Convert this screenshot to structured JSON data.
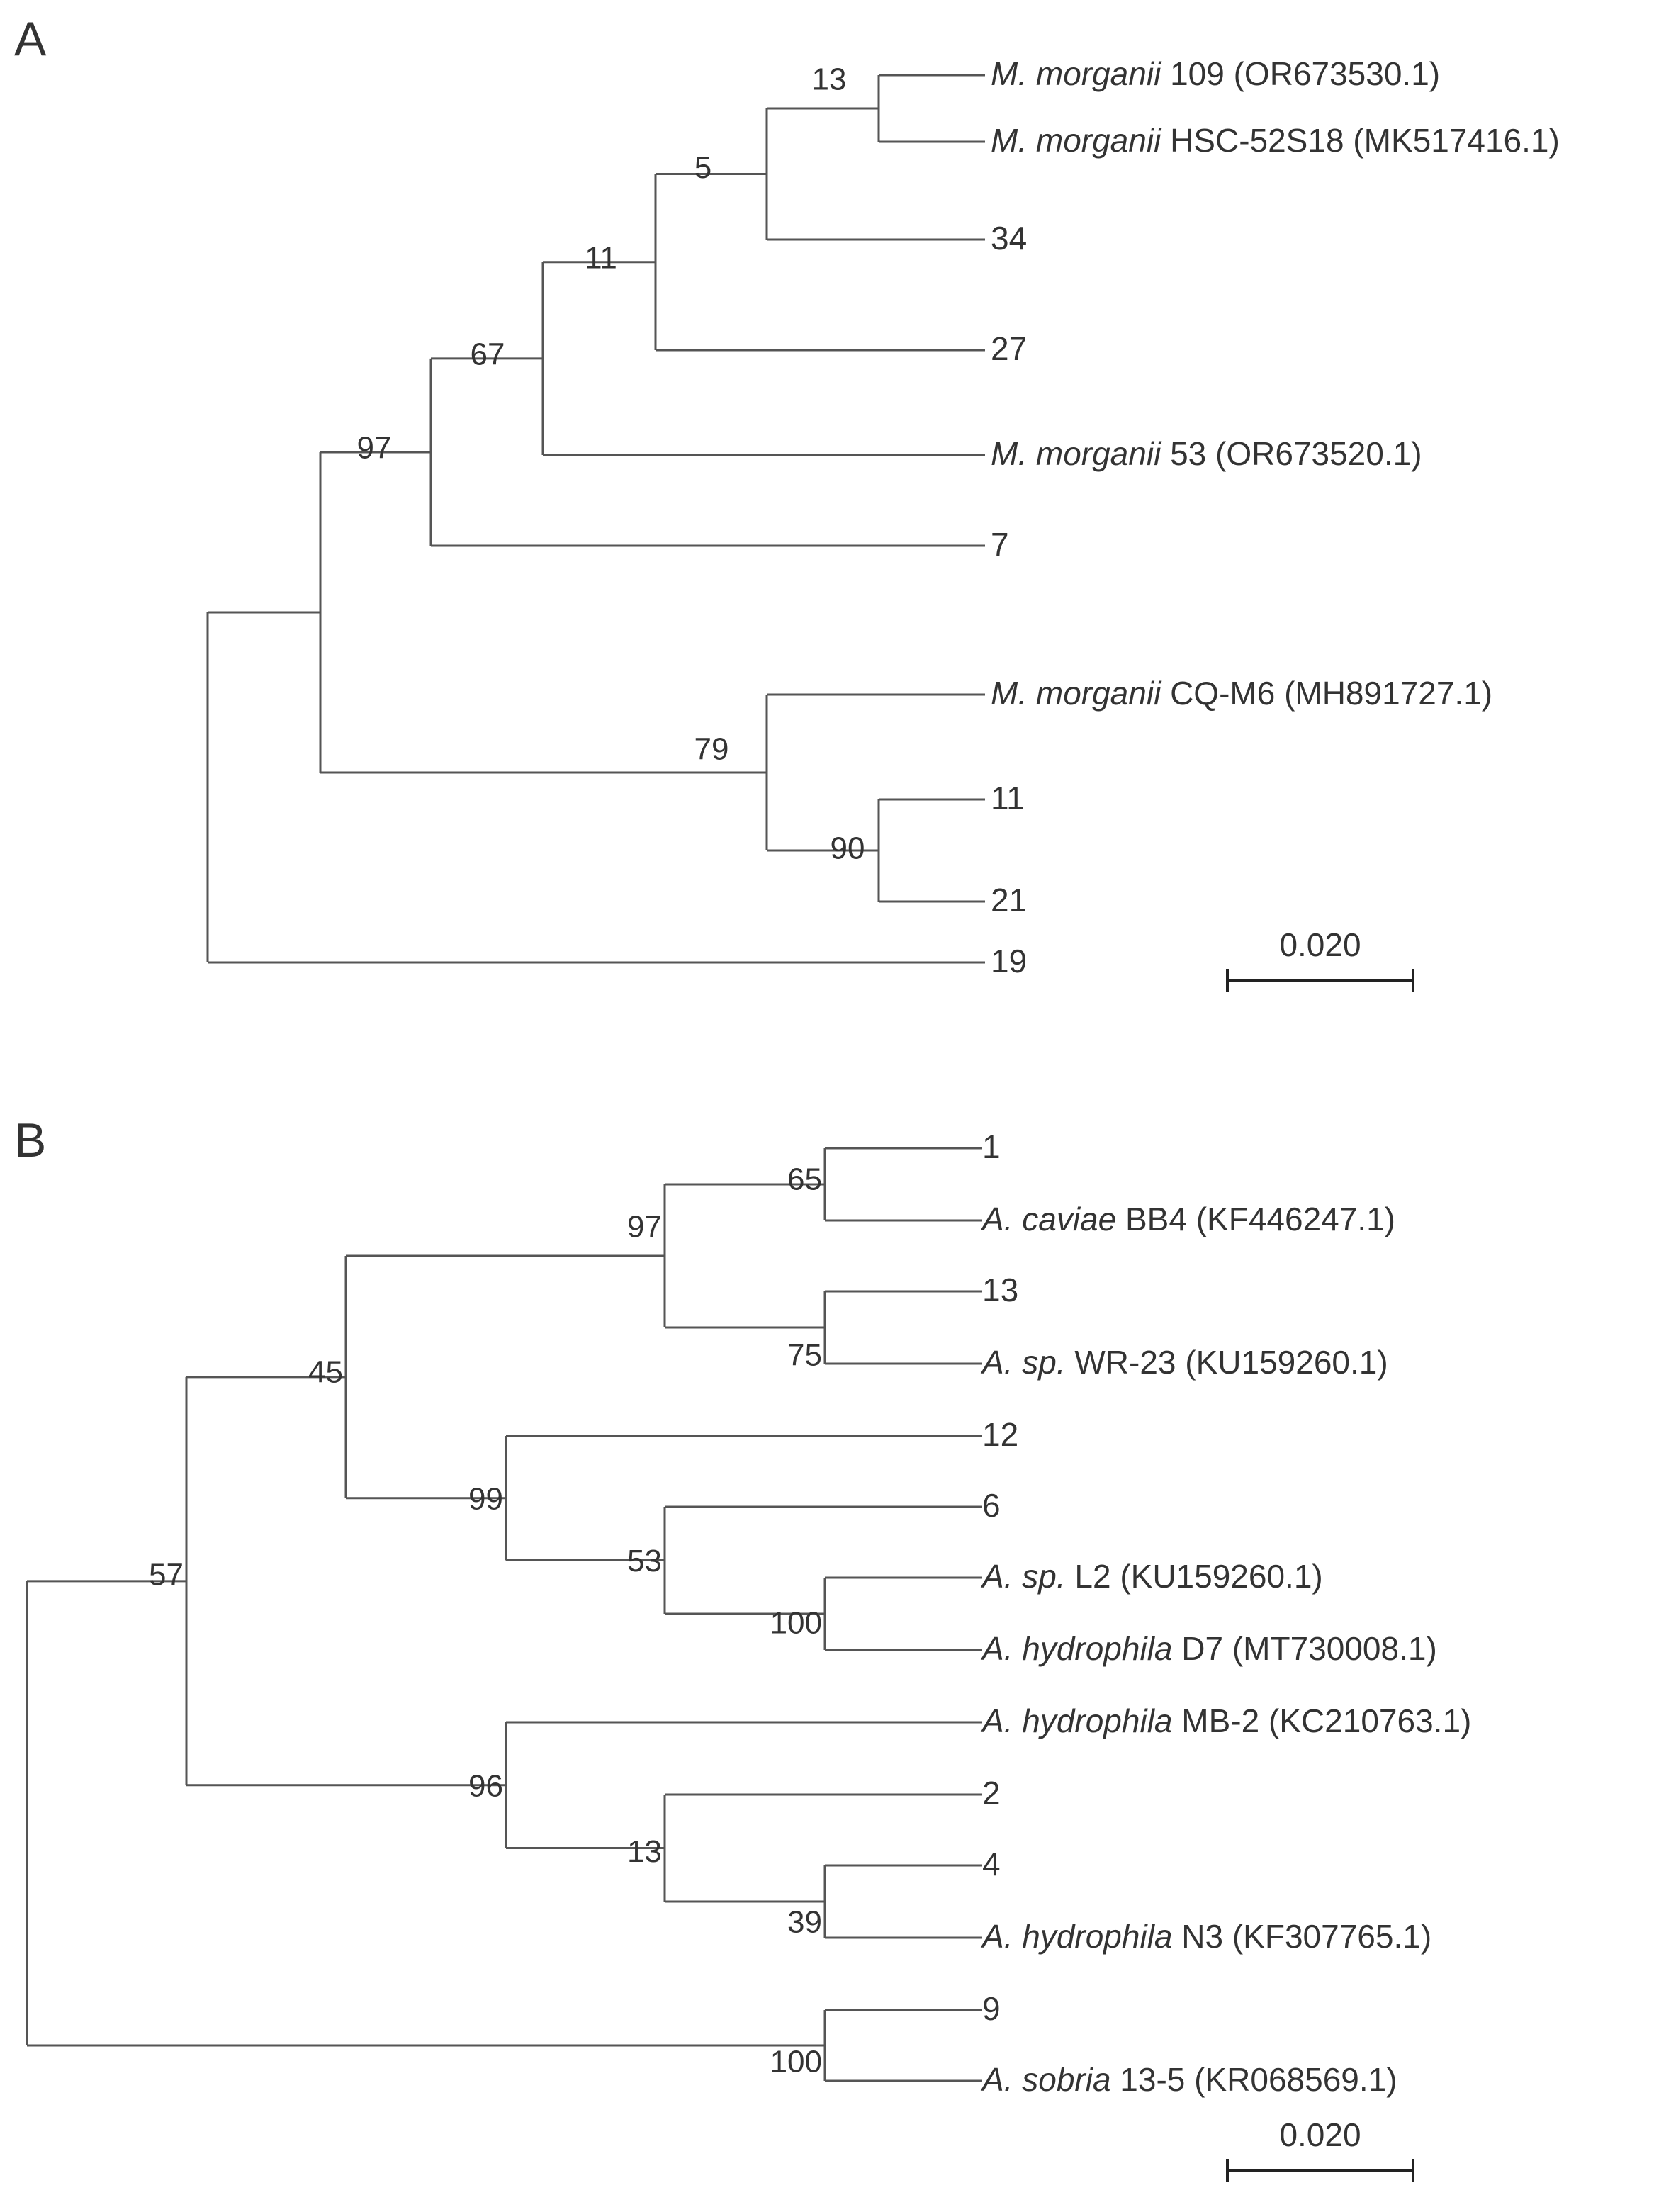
{
  "panels": [
    {
      "label": "A",
      "scale_label": "0.020",
      "taxa": [
        {
          "label": "109 (OR673530.1)",
          "italic": "M. morganii"
        },
        {
          "label": "HSC-52S18 (MK517416.1)",
          "italic": "M. morganii"
        },
        {
          "label": "34",
          "italic": ""
        },
        {
          "label": "27",
          "italic": ""
        },
        {
          "label": "53 (OR673520.1)",
          "italic": "M. morganii"
        },
        {
          "label": "7",
          "italic": ""
        },
        {
          "label": "CQ-M6 (MH891727.1)",
          "italic": "M. morganii"
        },
        {
          "label": "11",
          "italic": ""
        },
        {
          "label": "21",
          "italic": ""
        },
        {
          "label": "19",
          "italic": ""
        }
      ],
      "bootstrap": [
        "13",
        "5",
        "11",
        "67",
        "97",
        "79",
        "90"
      ]
    },
    {
      "label": "B",
      "scale_label": "0.020",
      "taxa": [
        {
          "label": "1",
          "italic": ""
        },
        {
          "label": "BB4 (KF446247.1)",
          "italic": "A. caviae"
        },
        {
          "label": "13",
          "italic": ""
        },
        {
          "label": "WR-23 (KU159260.1)",
          "italic": "A. sp."
        },
        {
          "label": "12",
          "italic": ""
        },
        {
          "label": "6",
          "italic": ""
        },
        {
          "label": "L2 (KU159260.1)",
          "italic": "A. sp."
        },
        {
          "label": "D7 (MT730008.1)",
          "italic": "A. hydrophila"
        },
        {
          "label": "MB-2 (KC210763.1)",
          "italic": "A. hydrophila"
        },
        {
          "label": "2",
          "italic": ""
        },
        {
          "label": "4",
          "italic": ""
        },
        {
          "label": "N3 (KF307765.1)",
          "italic": "A. hydrophila"
        },
        {
          "label": "9",
          "italic": ""
        },
        {
          "label": "13-5 (KR068569.1)",
          "italic": "A. sobria"
        }
      ],
      "bootstrap": [
        "65",
        "97",
        "75",
        "45",
        "99",
        "53",
        "100",
        "57",
        "96",
        "13",
        "39",
        "100"
      ]
    }
  ]
}
